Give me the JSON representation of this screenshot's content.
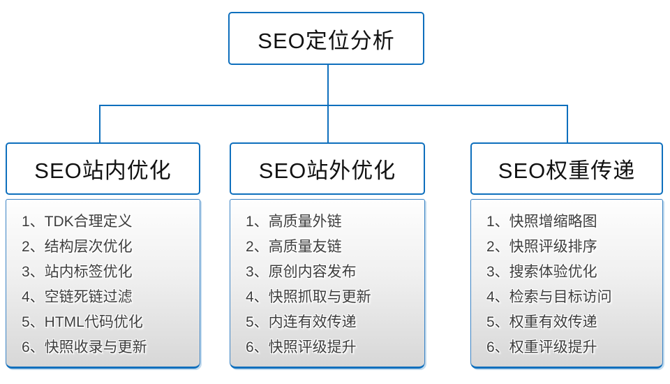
{
  "colors": {
    "line_blue": "#0e6fbd",
    "body_gradient_bottom": "#d7d7d7",
    "item_text": "#3d3d3d"
  },
  "root": {
    "title": "SEO定位分析"
  },
  "branches": [
    {
      "title": "SEO站内优化",
      "items": [
        "1、TDK合理定义",
        "2、结构层次优化",
        "3、站内标签优化",
        "4、空链死链过滤",
        "5、HTML代码优化",
        "6、快照收录与更新"
      ]
    },
    {
      "title": "SEO站外优化",
      "items": [
        "1、高质量外链",
        "2、高质量友链",
        "3、原创内容发布",
        "4、快照抓取与更新",
        "5、内连有效传递",
        "6、快照评级提升"
      ]
    },
    {
      "title": "SEO权重传递",
      "items": [
        "1、快照增缩略图",
        "2、快照评级排序",
        "3、搜索体验优化",
        "4、检索与目标访问",
        "5、权重有效传递",
        "6、权重评级提升"
      ]
    }
  ]
}
